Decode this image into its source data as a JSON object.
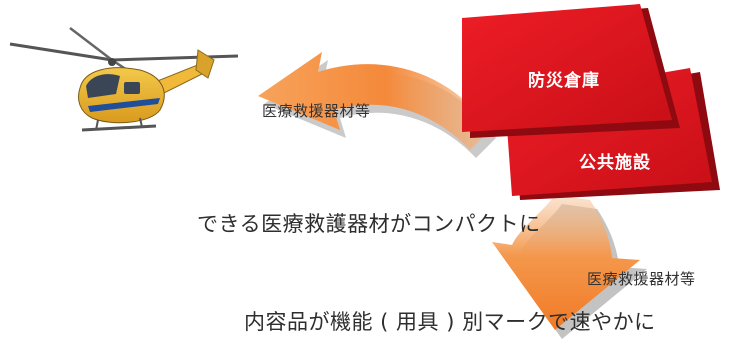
{
  "boxes": {
    "top_label": "防災倉庫",
    "bottom_label": "公共施設",
    "color": "#e3101c"
  },
  "arrows": {
    "upper_caption": "医療救援器材等",
    "lower_caption": "医療救援器材等",
    "color": "#f28a33"
  },
  "text_lines": [
    "できる医療救護器材がコンパクトに",
    "内容品が機能 ( 用具 ) 別マークで速やかに"
  ],
  "icons": {
    "helicopter": "helicopter-icon"
  }
}
